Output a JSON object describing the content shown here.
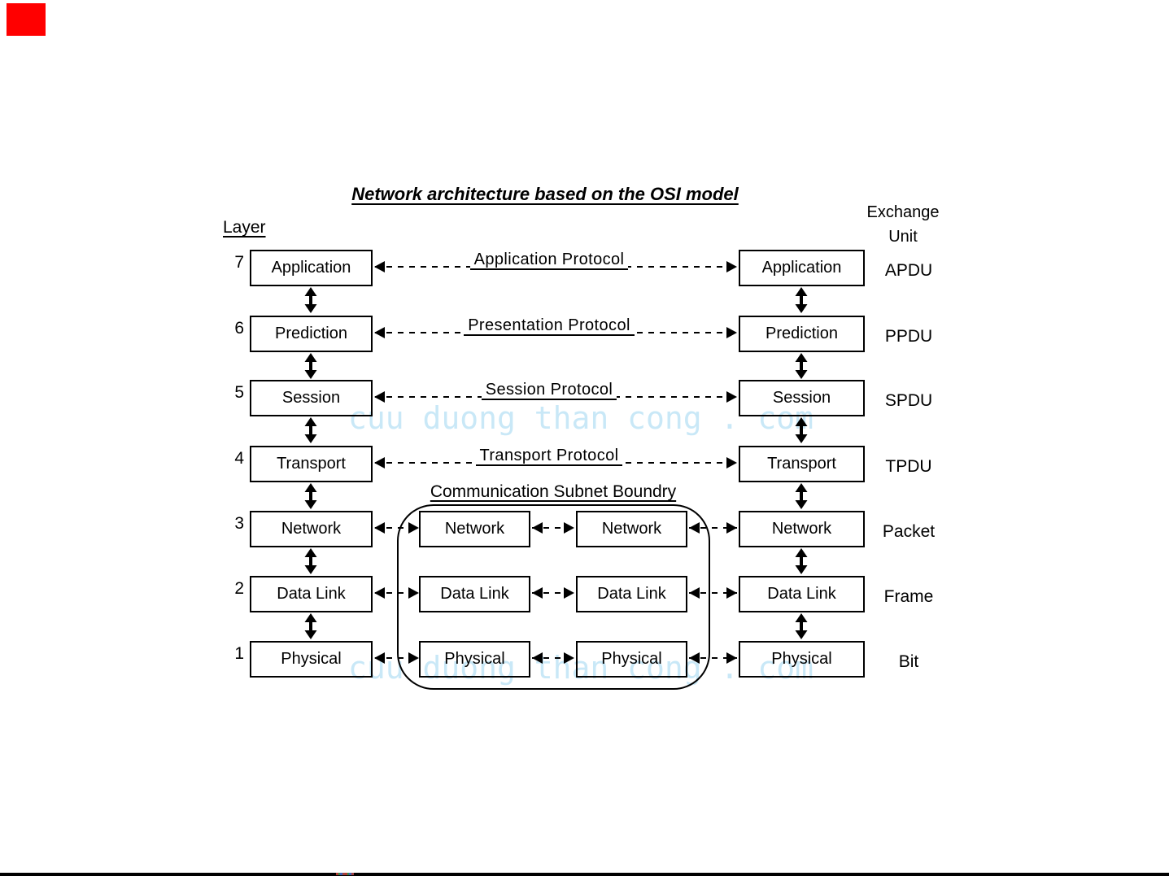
{
  "diagram": {
    "title": "Network architecture based on the OSI model",
    "layer_heading": "Layer",
    "exchange_heading": [
      "Exchange",
      "Unit"
    ],
    "subnet_boundary_label": "Communication Subnet Boundry",
    "watermark_text": "cuu duong than cong . com",
    "colors": {
      "line": "#000000",
      "watermark": "#c9e8f7",
      "corner_marker": "#ff0000",
      "bottom_bar": "#000000"
    }
  },
  "layers": [
    {
      "num": "7",
      "name": "Application",
      "protocol": "Application Protocol",
      "unit": "APDU"
    },
    {
      "num": "6",
      "name": "Prediction",
      "protocol": "Presentation Protocol",
      "unit": "PPDU"
    },
    {
      "num": "5",
      "name": "Session",
      "protocol": "Session Protocol",
      "unit": "SPDU"
    },
    {
      "num": "4",
      "name": "Transport",
      "protocol": "Transport Protocol",
      "unit": "TPDU"
    },
    {
      "num": "3",
      "name": "Network",
      "unit": "Packet"
    },
    {
      "num": "2",
      "name": "Data Link",
      "unit": "Frame"
    },
    {
      "num": "1",
      "name": "Physical",
      "unit": "Bit"
    }
  ],
  "subnet": {
    "left": [
      "Network",
      "Data Link",
      "Physical"
    ],
    "right": [
      "Network",
      "Data Link",
      "Physical"
    ]
  }
}
